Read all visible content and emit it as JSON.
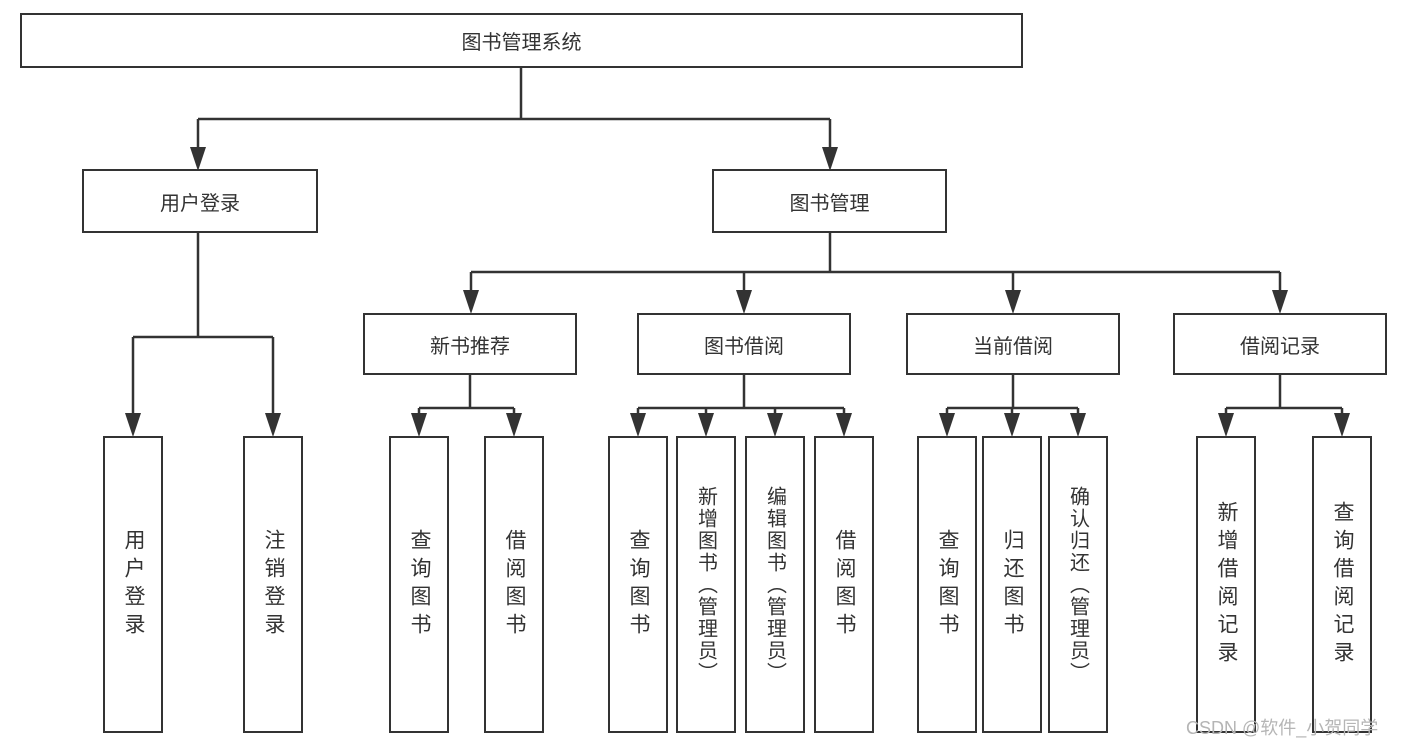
{
  "tree": {
    "label": "图书管理系统",
    "children": [
      {
        "label": "用户登录",
        "children": [
          {
            "label": "用户登录"
          },
          {
            "label": "注销登录"
          }
        ]
      },
      {
        "label": "图书管理",
        "children": [
          {
            "label": "新书推荐",
            "children": [
              {
                "label": "查询图书"
              },
              {
                "label": "借阅图书"
              }
            ]
          },
          {
            "label": "图书借阅",
            "children": [
              {
                "label": "查询图书"
              },
              {
                "label": "新增图书（管理员）"
              },
              {
                "label": "编辑图书（管理员）"
              },
              {
                "label": "借阅图书"
              }
            ]
          },
          {
            "label": "当前借阅",
            "children": [
              {
                "label": "查询图书"
              },
              {
                "label": "归还图书"
              },
              {
                "label": "确认归还（管理员）"
              }
            ]
          },
          {
            "label": "借阅记录",
            "children": [
              {
                "label": "新增借阅记录"
              },
              {
                "label": "查询借阅记录"
              }
            ]
          }
        ]
      }
    ]
  },
  "watermark": "CSDN @软件_小贺同学",
  "colors": {
    "line": "#333333",
    "box_border": "#333333",
    "text": "#333333",
    "watermark": "#b5b5b5",
    "background": "#ffffff"
  }
}
